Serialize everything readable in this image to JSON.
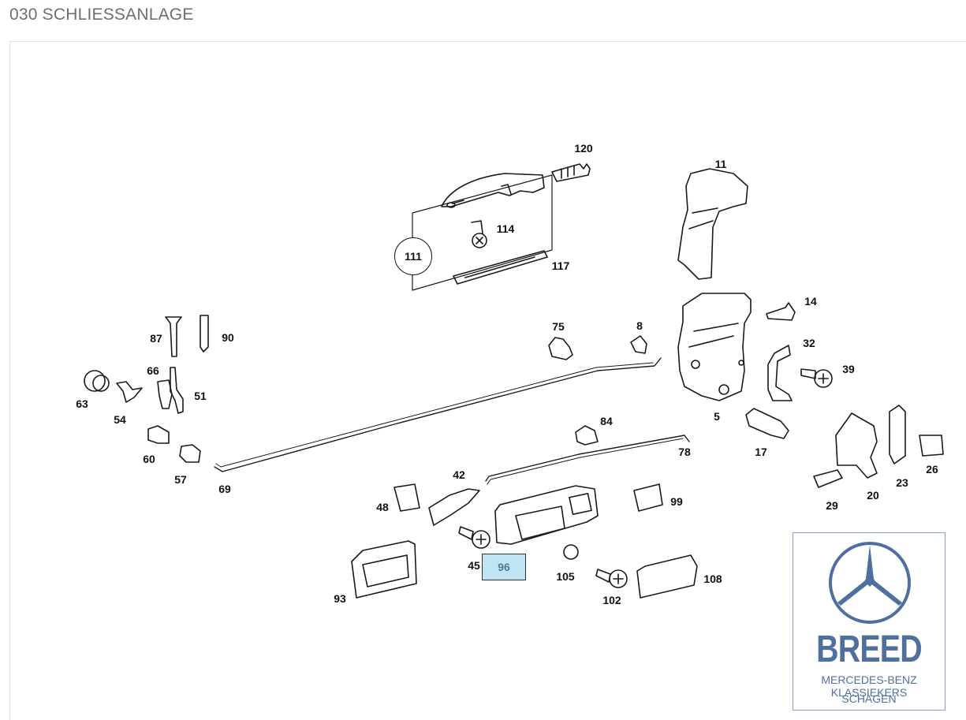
{
  "page": {
    "title": "030 SCHLIESSANLAGE"
  },
  "diagram": {
    "callout_label": "111",
    "selected_part": "96",
    "labels": [
      "120",
      "11",
      "114",
      "117",
      "14",
      "32",
      "39",
      "75",
      "8",
      "87",
      "90",
      "66",
      "63",
      "51",
      "54",
      "5",
      "84",
      "17",
      "60",
      "78",
      "57",
      "69",
      "42",
      "48",
      "99",
      "20",
      "23",
      "26",
      "29",
      "45",
      "105",
      "93",
      "102",
      "108"
    ]
  },
  "logo": {
    "brand": "BREED",
    "line1": "MERCEDES-BENZ KLASSIEKERS",
    "line2": "SCHAGEN",
    "color": "#4f6f9f"
  }
}
